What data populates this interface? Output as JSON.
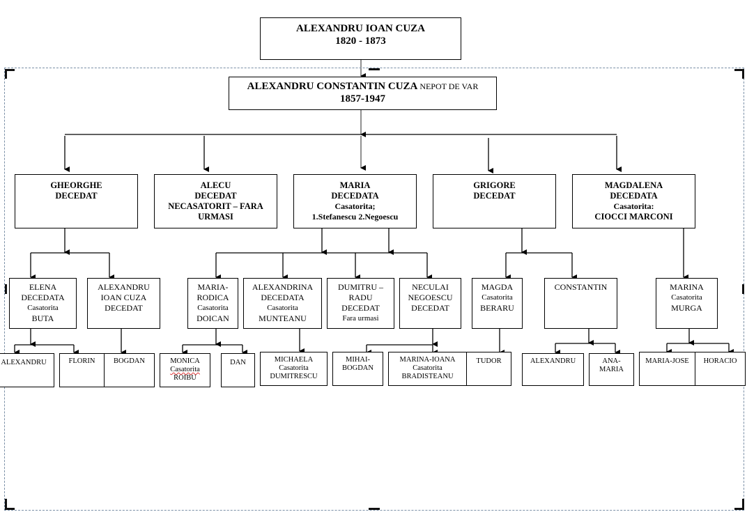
{
  "root": {
    "name": "ALEXANDRU IOAN CUZA",
    "years": "1820 - 1873"
  },
  "level1": {
    "name": "ALEXANDRU CONSTANTIN CUZA",
    "note": "NEPOT DE VAR",
    "years": "1857-1947"
  },
  "children": [
    {
      "lines": [
        "GHEORGHE",
        "DECEDAT"
      ]
    },
    {
      "lines": [
        "ALECU",
        "DECEDAT",
        "NECASATORIT  – FARA",
        "URMASI"
      ]
    },
    {
      "lines": [
        "MARIA",
        "DECEDATA",
        "Casatorita;",
        "1.Stefanescu 2.Negoescu"
      ]
    },
    {
      "lines": [
        "GRIGORE",
        "DECEDAT"
      ]
    },
    {
      "lines": [
        "MAGDALENA",
        "DECEDATA",
        "Casatorita:",
        "CIOCCI MARCONI"
      ]
    }
  ],
  "grandchildren": [
    {
      "lines": [
        "ELENA",
        "DECEDATA",
        "Casatorita",
        "BUTA"
      ]
    },
    {
      "lines": [
        "ALEXANDRU",
        "IOAN CUZA",
        "DECEDAT"
      ]
    },
    {
      "lines": [
        "MARIA-",
        "RODICA",
        "Casatorita",
        "DOICAN"
      ]
    },
    {
      "lines": [
        "ALEXANDRINA",
        "DECEDATA",
        "Casatorita",
        "MUNTEANU"
      ]
    },
    {
      "lines": [
        "DUMITRU –",
        "RADU",
        "DECEDAT",
        "Fara urmasi"
      ]
    },
    {
      "lines": [
        "NECULAI",
        "NEGOESCU",
        "DECEDAT"
      ]
    },
    {
      "lines": [
        "MAGDA",
        "Casatorita",
        "BERARU"
      ]
    },
    {
      "lines": [
        "CONSTANTIN"
      ]
    },
    {
      "lines": [
        "MARINA",
        "Casatorita",
        "MURGA"
      ]
    }
  ],
  "great_grandchildren": [
    {
      "lines": [
        "ALEXANDRU"
      ]
    },
    {
      "lines": [
        "FLORIN"
      ]
    },
    {
      "lines": [
        "BOGDAN"
      ]
    },
    {
      "lines": [
        "MONICA",
        "Casatorita",
        "ROIBU"
      ]
    },
    {
      "lines": [
        "DAN"
      ]
    },
    {
      "lines": [
        "MICHAELA",
        "Casatorita",
        "DUMITRESCU"
      ]
    },
    {
      "lines": [
        "MIHAI-",
        "BOGDAN"
      ]
    },
    {
      "lines": [
        "MARINA-IOANA",
        "Casatorita",
        "BRADISTEANU"
      ]
    },
    {
      "lines": [
        "TUDOR"
      ]
    },
    {
      "lines": [
        "ALEXANDRU"
      ]
    },
    {
      "lines": [
        "ANA-",
        "MARIA"
      ]
    },
    {
      "lines": [
        "MARIA-JOSE"
      ]
    },
    {
      "lines": [
        "HORACIO"
      ]
    }
  ]
}
